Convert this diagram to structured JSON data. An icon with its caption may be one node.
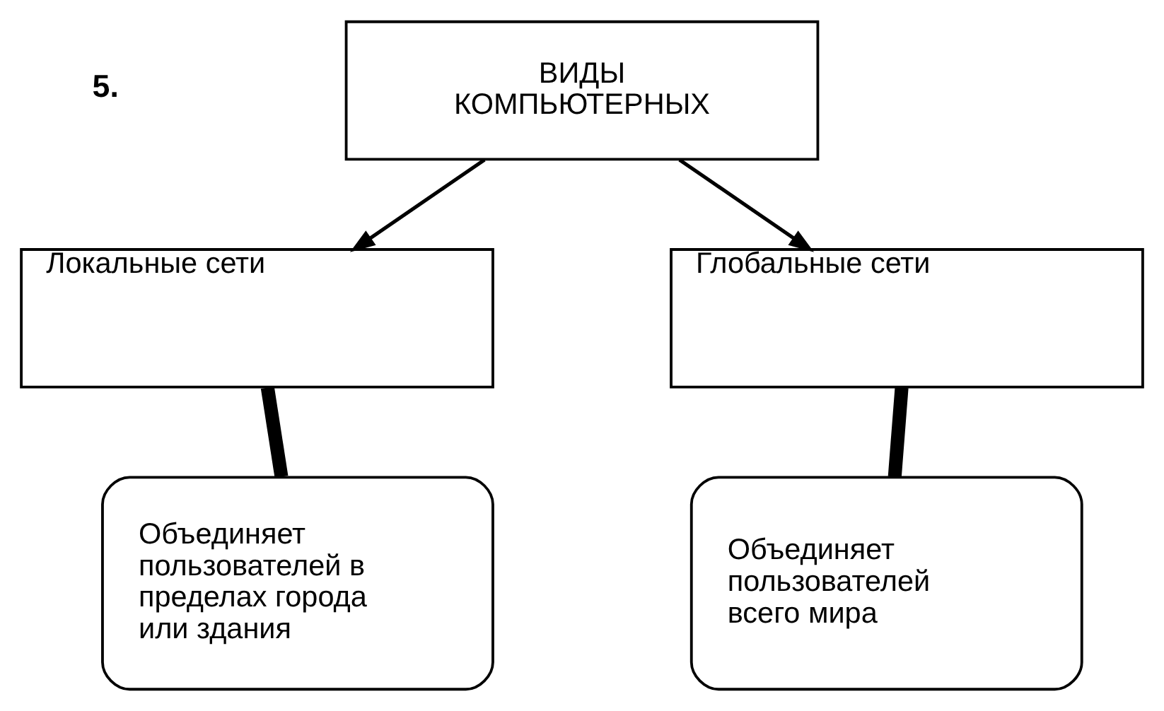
{
  "diagram": {
    "nodes": [
      {
        "text": [
          "ВИДЫ КОМПЬЮТЕРНЫХ"
        ]
      },
      {
        "text": [
          "Локальные сети"
        ]
      },
      {
        "text": [
          "Глобальные сети"
        ]
      },
      {
        "text": [
          "Объединяет пользователей в пределах города или здания"
        ]
      },
      {
        "text": [
          "Объединяет пользователей всего мира"
        ]
      }
    ],
    "edges": [
      {
        "from": 0,
        "to": 1,
        "arrow": "to"
      },
      {
        "from": 0,
        "to": 2,
        "arrow": "to"
      },
      {
        "from": 3,
        "to": 1,
        "arrow": "none"
      },
      {
        "from": 4,
        "to": 2,
        "arrow": "none"
      }
    ],
    "labels": [
      "5."
    ]
  }
}
